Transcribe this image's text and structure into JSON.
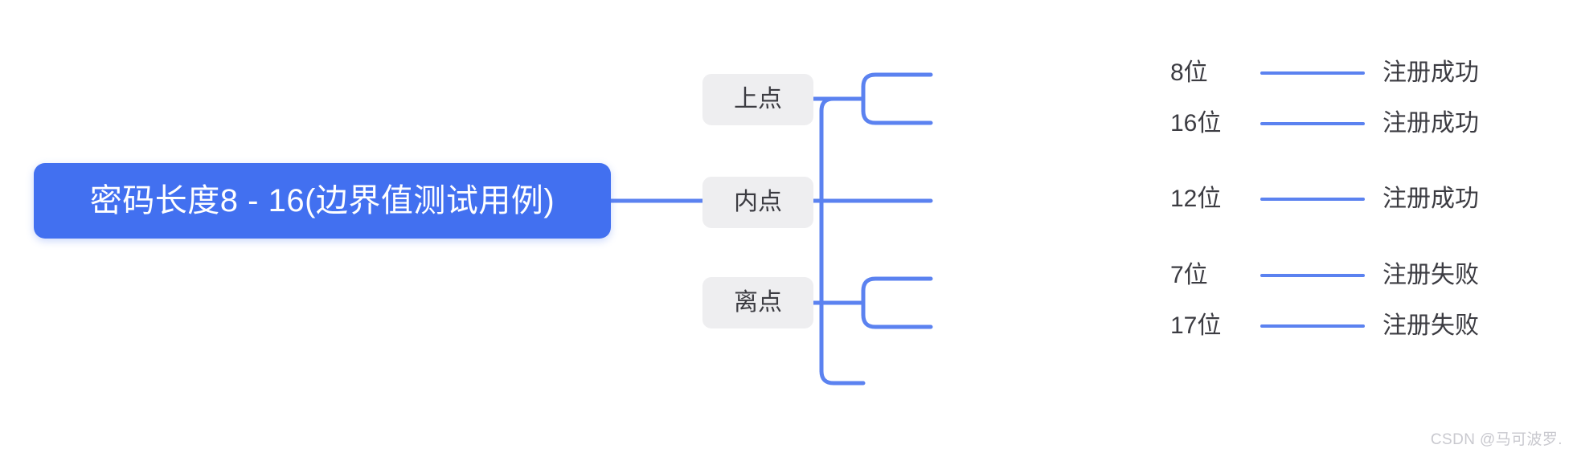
{
  "diagram": {
    "type": "mind-map",
    "title": "密码长度8 - 16(边界值测试用例)",
    "colors": {
      "root_fill": "#4270f0",
      "root_text": "#ffffff",
      "branch_fill": "#eeeef0",
      "branch_text": "#3c3c42",
      "connector": "#5b82f0",
      "leaf_text": "#3c3c42",
      "background": "#ffffff",
      "watermark_text": "#c9c9cf"
    },
    "root": {
      "label": "密码长度8 - 16(边界值测试用例)"
    },
    "branches": [
      {
        "label": "上点",
        "leaves": [
          {
            "input": "8位",
            "result": "注册成功"
          },
          {
            "input": "16位",
            "result": "注册成功"
          }
        ]
      },
      {
        "label": "内点",
        "leaves": [
          {
            "input": "12位",
            "result": "注册成功"
          }
        ]
      },
      {
        "label": "离点",
        "leaves": [
          {
            "input": "7位",
            "result": "注册失败"
          },
          {
            "input": "17位",
            "result": "注册失败"
          }
        ]
      }
    ],
    "leaves_flat": [
      {
        "input": "8位",
        "result": "注册成功"
      },
      {
        "input": "16位",
        "result": "注册成功"
      },
      {
        "input": "12位",
        "result": "注册成功"
      },
      {
        "input": "7位",
        "result": "注册失败"
      },
      {
        "input": "17位",
        "result": "注册失败"
      }
    ]
  },
  "watermark": {
    "text": "CSDN @马可波罗."
  }
}
